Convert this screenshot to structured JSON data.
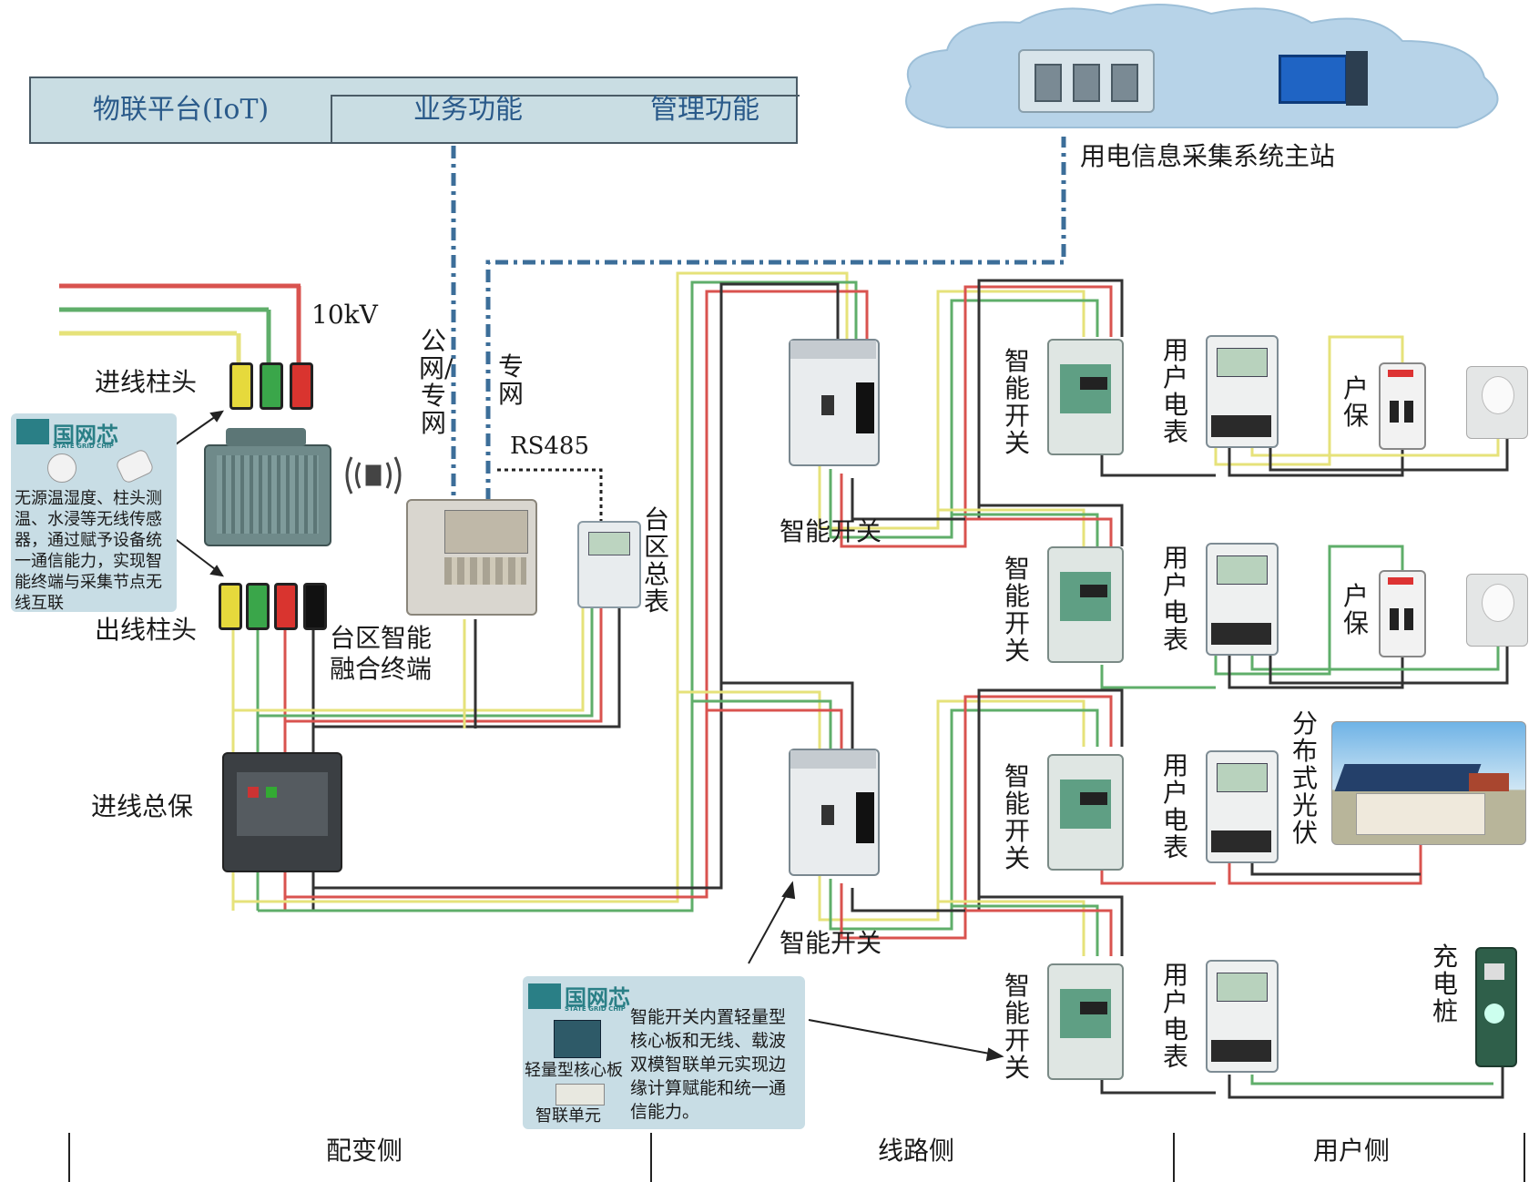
{
  "iot_bar": {
    "platform": "物联平台(IoT)",
    "business": "业务功能",
    "management": "管理功能"
  },
  "cloud": {
    "master_station": "用电信息采集系统主站"
  },
  "network": {
    "public_private": "公网/专网",
    "private": "专网",
    "rs485": "RS485"
  },
  "distribution": {
    "voltage": "10kV",
    "incoming_pole": "进线柱头",
    "outgoing_pole": "出线柱头",
    "incoming_breaker": "进线总保",
    "terminal": "台区智能融合终端",
    "area_meter": "台区总表"
  },
  "sensor_box": {
    "brand": "国网芯",
    "brand_en": "STATE GRID CHIP",
    "text": "无源温湿度、柱头测温、水浸等无线传感器，通过赋予设备统一通信能力，实现智能终端与采集节点无线互联"
  },
  "chip_box": {
    "brand": "国网芯",
    "brand_en": "STATE GRID CHIP",
    "core_board": "轻量型核心板",
    "smart_unit": "智联单元",
    "text": "智能开关内置轻量型核心板和无线、载波双模智联单元实现边缘计算赋能和统一通信能力。"
  },
  "line_side": {
    "switch_label_1": "智能开关",
    "switch_label_2": "智能开关"
  },
  "user_rows": [
    {
      "switch": "智能开关",
      "meter": "用户电表",
      "end_label": "户保",
      "end_type": "breaker"
    },
    {
      "switch": "智能开关",
      "meter": "用户电表",
      "end_label": "户保",
      "end_type": "breaker"
    },
    {
      "switch": "智能开关",
      "meter": "用户电表",
      "end_label": "分布式光伏",
      "end_type": "pv"
    },
    {
      "switch": "智能开关",
      "meter": "用户电表",
      "end_label": "充电桩",
      "end_type": "charger"
    }
  ],
  "footer": {
    "distribution_side": "配变侧",
    "line_side": "线路侧",
    "user_side": "用户侧"
  },
  "colors": {
    "phase_yellow": "#e6e27a",
    "phase_green": "#5fae6a",
    "phase_red": "#d9534f",
    "neutral": "#333333",
    "comm_dash": "#3c6e99",
    "panel_bg": "#c9dde3"
  }
}
